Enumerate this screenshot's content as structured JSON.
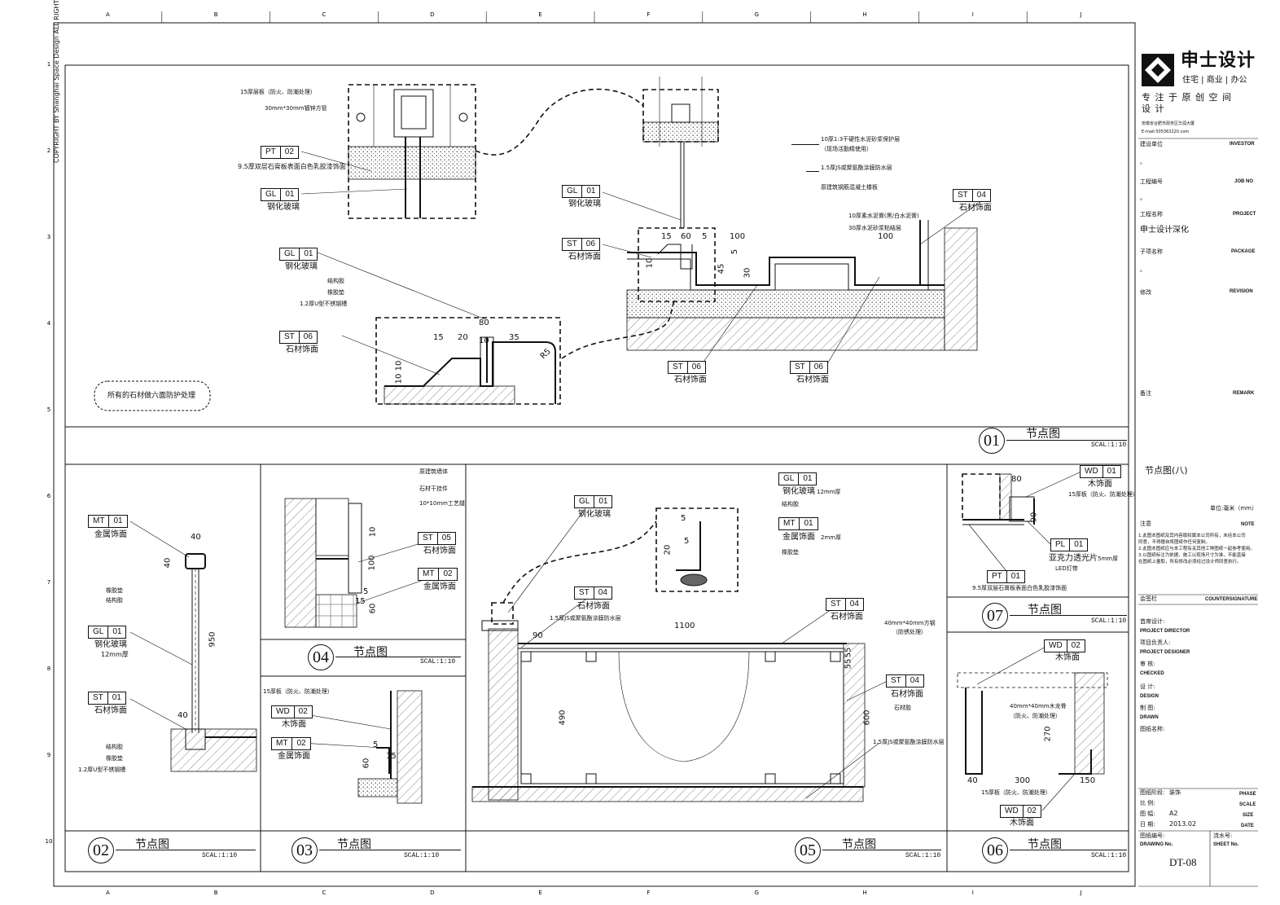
{
  "sheet": {
    "copyright": "COPYRIGHT BY Shanghai Space Design ALL RIGHTS RESERVED",
    "grid_cols": [
      "A",
      "B",
      "C",
      "D",
      "E",
      "F",
      "G",
      "H",
      "I",
      "J"
    ],
    "grid_rows": [
      "1",
      "2",
      "3",
      "4",
      "5",
      "6",
      "7",
      "8",
      "9",
      "10"
    ]
  },
  "title_block": {
    "logo_text": "申士设计",
    "logo_sub": "住宅 | 商业 | 办公",
    "slogan_1": "专 注 于 原 创 空 间",
    "slogan_2": "设 计",
    "address": "安徽省合肥市政务区华润大厦",
    "email": "E-mail:505363220.com",
    "rows": [
      {
        "cn": "建设单位",
        "en": "INVESTOR",
        "value": "。"
      },
      {
        "cn": "工程编号",
        "en": "JOB NO",
        "value": "。"
      },
      {
        "cn": "工程名称",
        "en": "PROJECT",
        "value": "申士设计深化"
      },
      {
        "cn": "子项名称",
        "en": "PACKAGE",
        "value": "。"
      },
      {
        "cn": "修改",
        "en": "REVISION",
        "value": ""
      },
      {
        "cn": "备注",
        "en": "REMARK",
        "value": ""
      }
    ],
    "drawing_title": "节点图(八)",
    "unit": "单位:毫米（mm）",
    "note_cn": "注意",
    "note_en": "NOTE",
    "notes": [
      "1.此图本图纸及其内容版权属本公司所有，未经本公司",
      "  同意，不得擅自将图纸作任何复制。",
      "2.此图本图纸应与本工程有关其他工种图纸一起参考使用。",
      "3.以图纸标注为依据，施工以现场尺寸为准，不能直接",
      "  在图纸上量取，所有修改必须经过设计师同意执行。"
    ],
    "countersign_cn": "会签栏",
    "countersign_en": "COUNTERSIGNATURE",
    "sign_rows": [
      {
        "cn": "首席设计:",
        "en": "PROJECT DIRECTOR"
      },
      {
        "cn": "项目负责人:",
        "en": "PROJECT DESIGNER"
      },
      {
        "cn": "审    核:",
        "en": "CHECKED"
      },
      {
        "cn": "设    计:",
        "en": "DESIGN"
      },
      {
        "cn": "制    图:",
        "en": "DRAWN"
      },
      {
        "cn": "图纸名称:",
        "en": ""
      }
    ],
    "phase_label": "图纸阶段:",
    "phase_value": "装饰",
    "phase_en": "PHASE",
    "scale_label": "比    例:",
    "scale_en": "SCALE",
    "size_label": "图    幅:",
    "size_value": "A2",
    "size_en": "SIZE",
    "date_label": "日    期:",
    "date_value": "2013.02",
    "date_en": "DATE",
    "drawing_no_label": "图纸编号:",
    "drawing_no_en": "DRAWING No.",
    "sheet_no_label": "流水号:",
    "sheet_no_en": "SHEET No.",
    "drawing_no": "DT-08"
  },
  "details": [
    {
      "num": "01",
      "title": "节点图",
      "scale": "SCAL:1:10"
    },
    {
      "num": "02",
      "title": "节点图",
      "scale": "SCAL:1:10"
    },
    {
      "num": "03",
      "title": "节点图",
      "scale": "SCAL:1:10"
    },
    {
      "num": "04",
      "title": "节点图",
      "scale": "SCAL:1:10"
    },
    {
      "num": "05",
      "title": "节点图",
      "scale": "SCAL:1:10"
    },
    {
      "num": "06",
      "title": "节点图",
      "scale": "SCAL:1:10"
    },
    {
      "num": "07",
      "title": "节点图",
      "scale": "SCAL:1:10"
    }
  ],
  "d01": {
    "note_15board": "15厚层板（防火、防潮处理）",
    "note_30steel": "30mm*30mm镀锌方管",
    "pt02_code": "PT",
    "pt02_num": "02",
    "pt02_desc": "9.5厚双层石膏板表面白色乳胶漆饰面",
    "gl01_code": "GL",
    "gl01_num": "01",
    "gl01_desc": "钢化玻璃",
    "st06_code": "ST",
    "st06_num": "06",
    "st06_desc": "石材饰面",
    "st04_code": "ST",
    "st04_num": "04",
    "st04_desc": "石材饰面",
    "note_jiegoujiao": "结构胶",
    "note_xiangjiaodian": "橡胶垫",
    "note_ucao": "1.2厚U型不锈钢槽",
    "cloud_note": "所有的石材做六面防护处理",
    "layer_1": "10厚1:3干硬性水泥砂浆保护层",
    "layer_1b": "（现场活勤精使用）",
    "layer_2": "1.5厚JS或聚氨酯涂膜防水层",
    "layer_3": "原建筑钢筋混凝土楼板",
    "layer_4": "10厚素水泥膏(黑/白水泥膏)",
    "layer_5": "30厚水泥砂浆粘结层",
    "dims": [
      "80",
      "15",
      "20",
      "10",
      "35",
      "R5",
      "10",
      "10",
      "15",
      "60",
      "5",
      "100",
      "45",
      "5",
      "30",
      "100",
      "10"
    ]
  },
  "d02": {
    "mt01_code": "MT",
    "mt01_num": "01",
    "mt01_desc": "金属饰面",
    "gl01_code": "GL",
    "gl01_num": "01",
    "gl01_desc": "钢化玻璃",
    "gl01_sub": "12mm厚",
    "st01_code": "ST",
    "st01_num": "01",
    "st01_desc": "石材饰面",
    "note_a": "橡胶垫",
    "note_b": "结构胶",
    "note_c": "结构胶",
    "note_d": "橡胶垫",
    "note_e": "1.2厚U型不锈钢槽",
    "dims": [
      "40",
      "40",
      "950",
      "40"
    ]
  },
  "d03": {
    "note_board": "15厚板（防火、防潮处理）",
    "wd02_code": "WD",
    "wd02_num": "02",
    "wd02_desc": "木饰面",
    "mt02_code": "MT",
    "mt02_num": "02",
    "mt02_desc": "金属饰面",
    "dims": [
      "5",
      "15",
      "60"
    ]
  },
  "d04": {
    "note_a": "原建筑墙体",
    "note_b": "石材干挂件",
    "note_c": "10*10mm工艺缝",
    "st05_code": "ST",
    "st05_num": "05",
    "st05_desc": "石材饰面",
    "mt02_code": "MT",
    "mt02_num": "02",
    "mt02_desc": "金属饰面",
    "dims": [
      "10",
      "100",
      "15",
      "60",
      "5"
    ]
  },
  "d05": {
    "gl01_code": "GL",
    "gl01_num": "01",
    "gl01_desc": "钢化玻璃",
    "gl01b_code": "GL",
    "gl01b_num": "01",
    "gl01b_desc": "钢化玻璃",
    "gl01b_sub": "12mm厚",
    "note_jgj": "结构胶",
    "mt01_code": "MT",
    "mt01_num": "01",
    "mt01_desc": "金属饰面",
    "mt01_sub": "2mm厚",
    "note_xjd": "橡胶垫",
    "st04a_code": "ST",
    "st04a_num": "04",
    "st04a_desc": "石材饰面",
    "note_fs": "1.5厚JS或聚氨酯涂膜防水层",
    "st04b_code": "ST",
    "st04b_num": "04",
    "st04b_desc": "石材饰面",
    "note_fg": "40mm*40mm方钢",
    "note_fg2": "（防锈处理）",
    "st04c_code": "ST",
    "st04c_num": "04",
    "st04c_desc": "石材饰面",
    "note_scj": "石材胶",
    "note_fs2": "1.5厚JS或聚氨酯涂膜防水层",
    "dims": [
      "1100",
      "90",
      "490",
      "55",
      "55",
      "600",
      "5",
      "20",
      "5"
    ]
  },
  "d06": {
    "wd02_code": "WD",
    "wd02_num": "02",
    "wd02_desc": "木饰面",
    "note_fg": "40mm*40mm木龙骨",
    "note_fg2": "（防火、防潮处理）",
    "note_board": "15厚板（防火、防潮处理）",
    "wd02b_code": "WD",
    "wd02b_num": "02",
    "wd02b_desc": "木饰面",
    "dims": [
      "270",
      "40",
      "300",
      "150"
    ]
  },
  "d07": {
    "wd01_code": "WD",
    "wd01_num": "01",
    "wd01_desc": "木饰面",
    "note_board": "15厚板（防火、防潮处理）",
    "pl01_code": "PL",
    "pl01_num": "01",
    "pl01_desc": "亚克力透光片",
    "pl01_sub": "5mm厚",
    "note_led": "LED灯带",
    "pt01_code": "PT",
    "pt01_num": "01",
    "pt01_desc": "9.5厚双层石膏板表面白色乳胶漆饰面",
    "dims": [
      "80",
      "90"
    ]
  }
}
